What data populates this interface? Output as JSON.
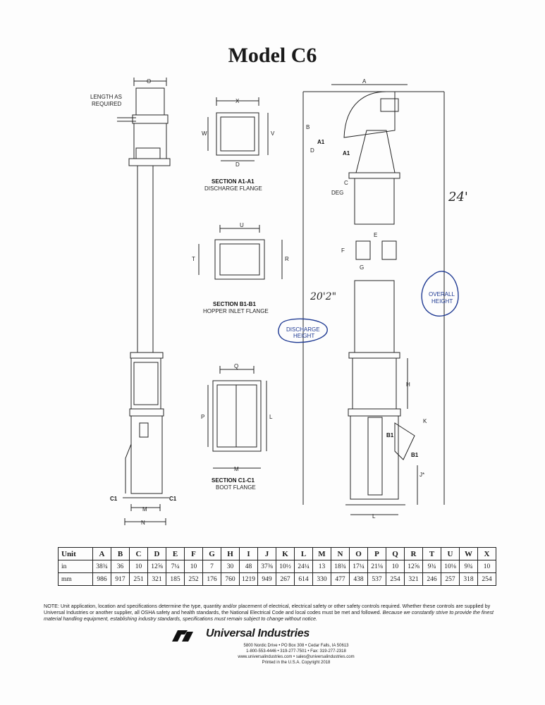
{
  "title": "Model C6",
  "labels": {
    "length_as_required": [
      "LENGTH AS",
      "REQUIRED"
    ],
    "section_a1": [
      "SECTION A1-A1",
      "DISCHARGE FLANGE"
    ],
    "section_b1": [
      "SECTION B1-B1",
      "HOPPER INLET FLANGE"
    ],
    "section_c1": [
      "SECTION C1-C1",
      "BOOT FLANGE"
    ],
    "deg": "DEG",
    "discharge_height": [
      "DISCHARGE",
      "HEIGHT"
    ],
    "overall_height": [
      "OVERALL",
      "HEIGHT"
    ],
    "handwritten_overall": "24'",
    "handwritten_discharge": "20'2\"",
    "letters": {
      "A": "A",
      "B": "B",
      "C": "C",
      "D": "D",
      "E": "E",
      "F": "F",
      "G": "G",
      "H": "H",
      "J": "J*",
      "K": "K",
      "L": "L",
      "M": "M",
      "N": "N",
      "O": "O",
      "P": "P",
      "Q": "Q",
      "R": "R",
      "T": "T",
      "U": "U",
      "V": "V",
      "W": "W",
      "X": "X",
      "A1": "A1",
      "B1": "B1",
      "C1": "C1"
    }
  },
  "table": {
    "header": [
      "Unit",
      "A",
      "B",
      "C",
      "D",
      "E",
      "F",
      "G",
      "H",
      "I",
      "J",
      "K",
      "L",
      "M",
      "N",
      "O",
      "P",
      "Q",
      "R",
      "T",
      "U",
      "W",
      "X"
    ],
    "rows": [
      [
        "in",
        "38¾",
        "36",
        "10",
        "12⅝",
        "7¼",
        "10",
        "7",
        "30",
        "48",
        "37⅜",
        "10½",
        "24¼",
        "13",
        "18¾",
        "17¼",
        "21⅛",
        "10",
        "12⅝",
        "9¾",
        "10⅛",
        "9¾",
        "10"
      ],
      [
        "mm",
        "986",
        "917",
        "251",
        "321",
        "185",
        "252",
        "176",
        "760",
        "1219",
        "949",
        "267",
        "614",
        "330",
        "477",
        "438",
        "537",
        "254",
        "321",
        "246",
        "257",
        "318",
        "254"
      ]
    ]
  },
  "note": {
    "main": "NOTE: Unit application, location and specifications determine the type, quantity and/or placement of electrical, electrical safety or other safety controls required. Whether these controls are supplied by Universal Industries or another supplier, all OSHA safety and health standards, the National Electrical Code and local codes must be met and followed.",
    "italic": "Because we constantly strive to provide the finest material handling equipment, establishing industry standards, specifications must remain subject to change without notice."
  },
  "footer": {
    "brand": "Universal Industries",
    "address": "5800 Nordic Drive • PO Box 308 • Cedar Falls, IA 50613",
    "phones": "1-800-553-4446 • 319-277-7501 • Fax: 319-277-2318",
    "web": "www.universalindustries.com • sales@universalindustries.com",
    "printed": "Printed in the U.S.A. Copyright 2018"
  },
  "colors": {
    "ink": "#1a1a1a",
    "annotation_blue": "#1f3a93"
  }
}
